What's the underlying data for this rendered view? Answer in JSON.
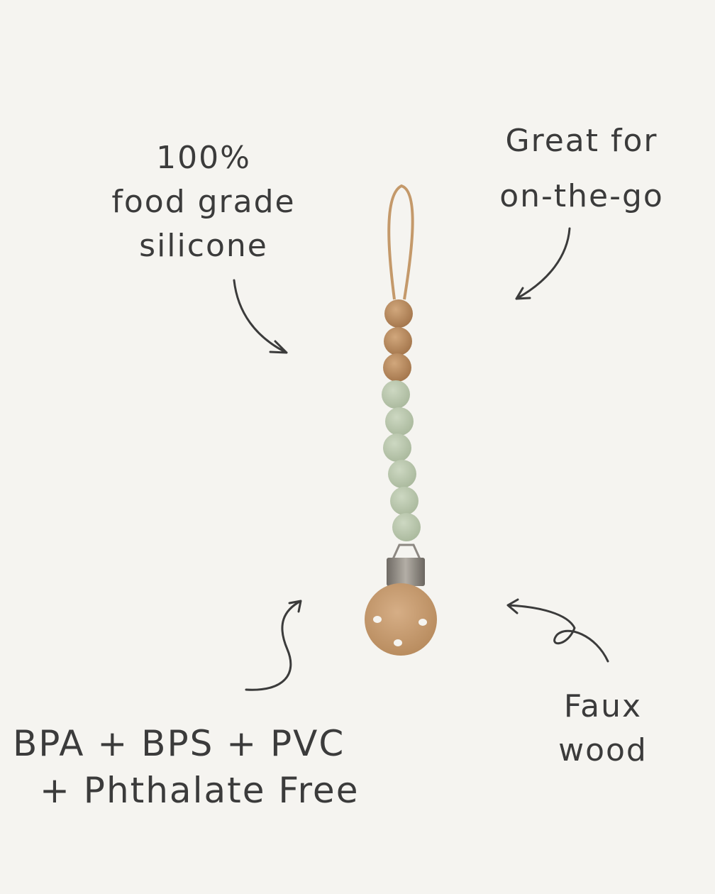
{
  "callouts": {
    "silicone": [
      "100%",
      "food grade",
      "silicone"
    ],
    "on_the_go": [
      "Great for",
      "on-the-go"
    ],
    "free_from": [
      "BPA + BPS + PVC",
      "+ Phthalate Free"
    ],
    "faux_wood": [
      "Faux",
      "wood"
    ]
  },
  "colors": {
    "background": "#f5f4f0",
    "text": "#3b3b3b",
    "wood_bead": "#b88a5e",
    "sage_bead": "#b9c6ad",
    "cord": "#c4996a"
  }
}
